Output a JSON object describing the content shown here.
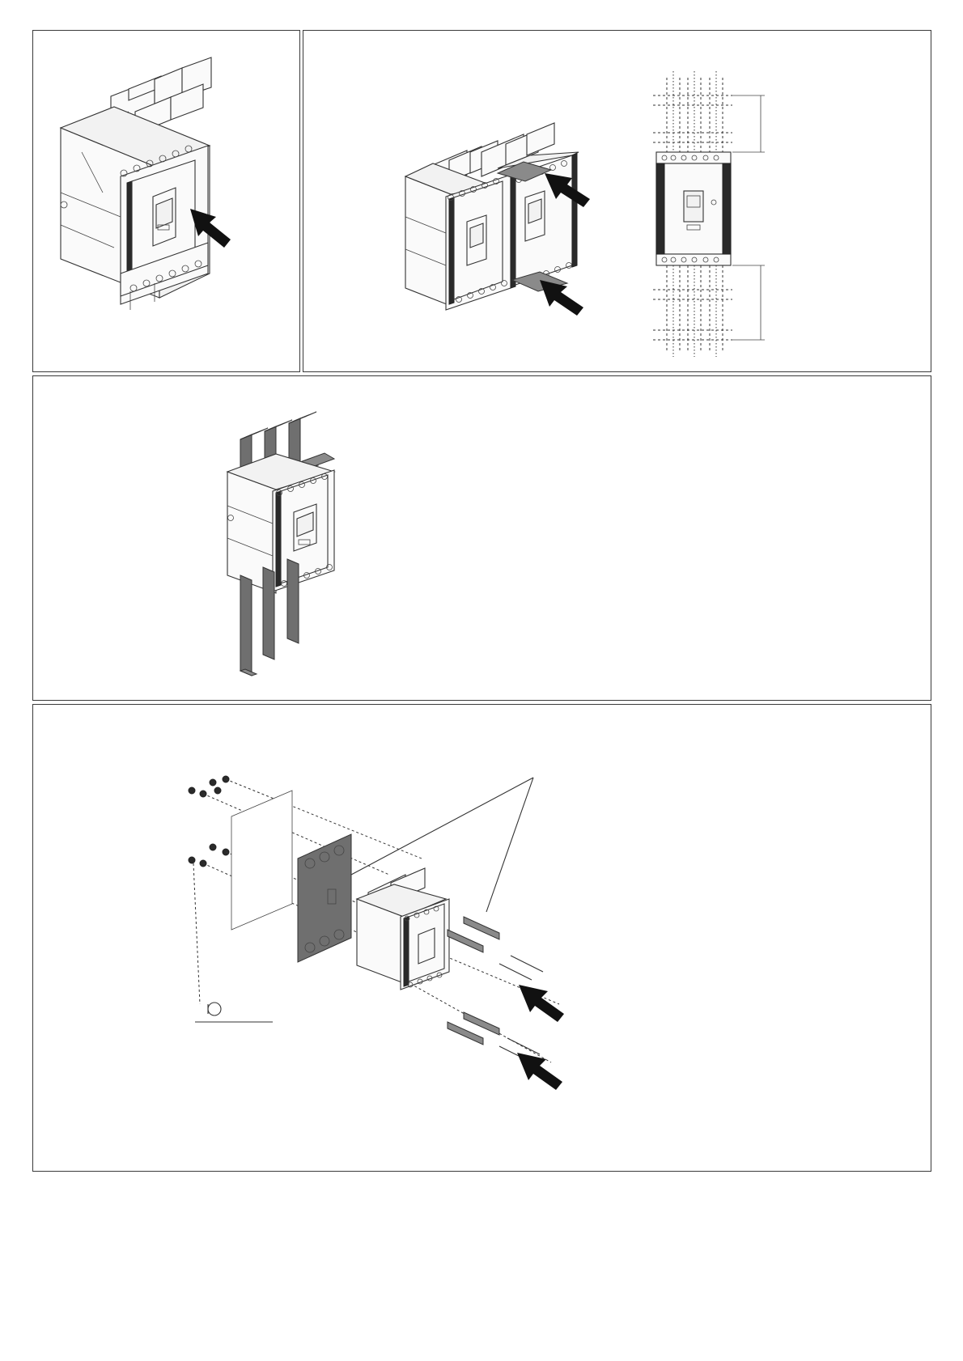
{
  "document": {
    "type": "installation-diagram-sheet",
    "panels": [
      {
        "id": "panel-1",
        "content": "breaker-with-arrow-at-handle"
      },
      {
        "id": "panel-2",
        "content": "two-breakers-side-by-side-with-barriers-and-front-view"
      },
      {
        "id": "panel-3",
        "content": "breaker-with-busbars"
      },
      {
        "id": "panel-4",
        "content": "exploded-mounting-view"
      }
    ]
  },
  "colors": {
    "line": "#333333",
    "barrier_fill": "#8a8a8a",
    "arrow_fill": "#111111",
    "background": "#ffffff"
  }
}
